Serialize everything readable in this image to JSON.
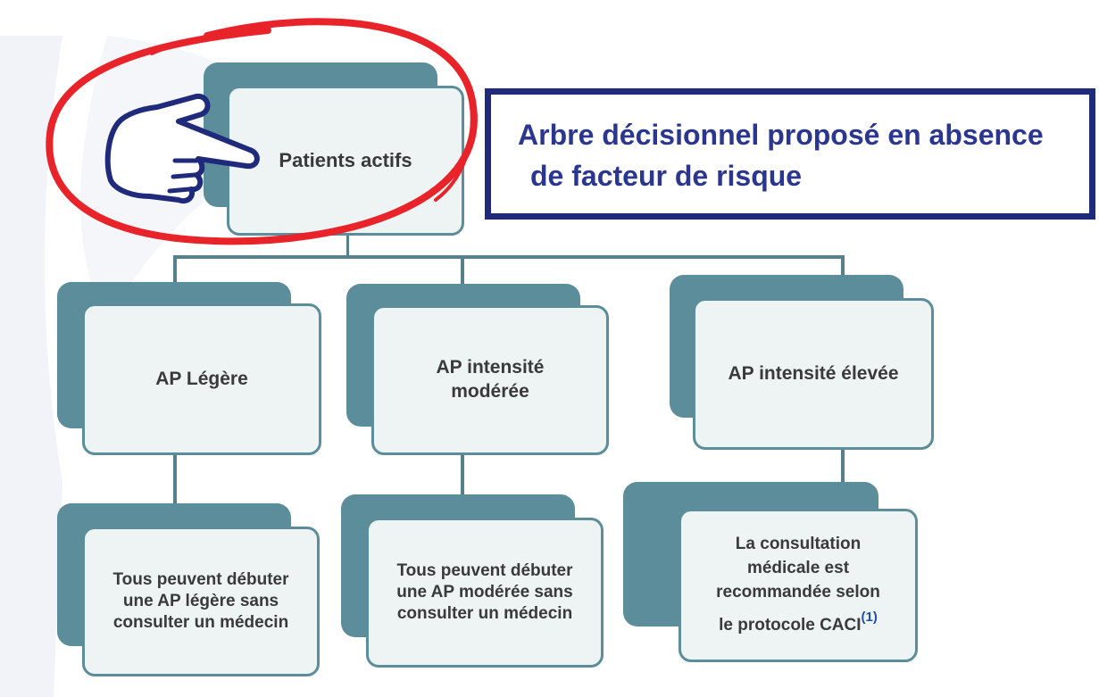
{
  "title": {
    "line1": "Arbre décisionnel proposé en absence",
    "line2": "de facteur de risque"
  },
  "root": {
    "label": "Patients actifs"
  },
  "branches": [
    {
      "label": "AP Légère",
      "result": [
        "Tous peuvent débuter",
        "une AP légère sans",
        "consulter un médecin"
      ]
    },
    {
      "label_lines": [
        "AP intensité",
        "modérée"
      ],
      "result": [
        "Tous peuvent débuter",
        "une AP modérée sans",
        "consulter un médecin"
      ]
    },
    {
      "label": "AP intensité élevée",
      "result": [
        "La consultation",
        "médicale est",
        "recommandée selon",
        "le protocole CACI"
      ],
      "footnote": "(1)"
    }
  ],
  "colors": {
    "card_dark": "#5b8d9a",
    "card_light": "#eef3f4",
    "title_border": "#1f2a7a",
    "title_text": "#2b3690",
    "highlight_circle": "#e8232a",
    "hand_outline": "#1f2a7a"
  },
  "icons": [
    "pointing-hand-icon",
    "highlight-circle"
  ]
}
